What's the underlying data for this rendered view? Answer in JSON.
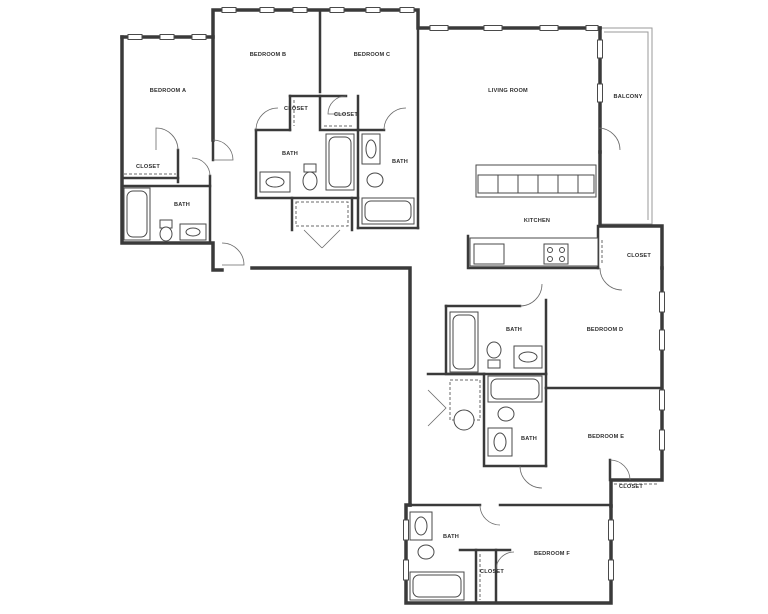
{
  "rooms": {
    "bedroom_a": "BEDROOM A",
    "bedroom_b": "BEDROOM B",
    "bedroom_c": "BEDROOM C",
    "bedroom_d": "BEDROOM D",
    "bedroom_e": "BEDROOM E",
    "bedroom_f": "BEDROOM F",
    "living_room": "LIVING ROOM",
    "balcony": "BALCONY",
    "kitchen": "KITCHEN",
    "closet": "CLOSET",
    "bath": "BATH"
  }
}
